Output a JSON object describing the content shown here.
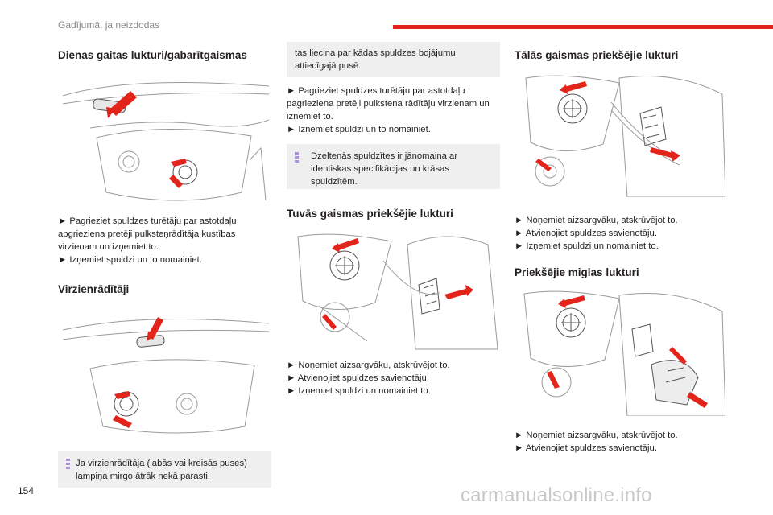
{
  "header": {
    "section_title": "Gadījumā, ja neizdodas"
  },
  "footer": {
    "page_number": "154",
    "watermark": "carmanualsonline.info"
  },
  "col1": {
    "title1": "Dienas gaitas lukturi/gabarītgaismas",
    "steps1": [
      "► Pagrieziet spuldzes turētāju par astotdaļu apgrieziena pretēji pulksteņrādītāja kustības virzienam un izņemiet to.",
      "► Izņemiet spuldzi un to nomainiet."
    ],
    "title2": "Virzienrādītāji",
    "note": "Ja virzienrādītāja (labās vai kreisās puses) lampiņa mirgo ātrāk nekā parasti,"
  },
  "col2": {
    "note1": "tas liecina par kādas spuldzes bojājumu attiecīgajā pusē.",
    "steps1": [
      "► Pagrieziet spuldzes turētāju par astotdaļu pagrieziena pretēji pulksteņa rādītāju virzienam un izņemiet to.",
      "► Izņemiet spuldzi un to nomainiet."
    ],
    "note2": "Dzeltenās spuldzītes ir jānomaina ar identiskas specifikācijas un krāsas spuldzītēm.",
    "title": "Tuvās gaismas priekšējie lukturi",
    "steps2": [
      "► Noņemiet aizsargvāku, atskrūvējot to.",
      "► Atvienojiet spuldzes savienotāju.",
      "► Izņemiet spuldzi un nomainiet to."
    ]
  },
  "col3": {
    "title1": "Tālās gaismas priekšējie lukturi",
    "steps1": [
      "► Noņemiet aizsargvāku, atskrūvējot to.",
      "► Atvienojiet spuldzes savienotāju.",
      "► Izņemiet spuldzi un nomainiet to."
    ],
    "title2": "Priekšējie miglas lukturi",
    "steps2": [
      "► Noņemiet aizsargvāku, atskrūvējot to.",
      "► Atvienojiet spuldzes savienotāju."
    ]
  },
  "colors": {
    "accent_red": "#e3241b",
    "note_background": "#efefef",
    "note_marker": "#a991d4"
  }
}
